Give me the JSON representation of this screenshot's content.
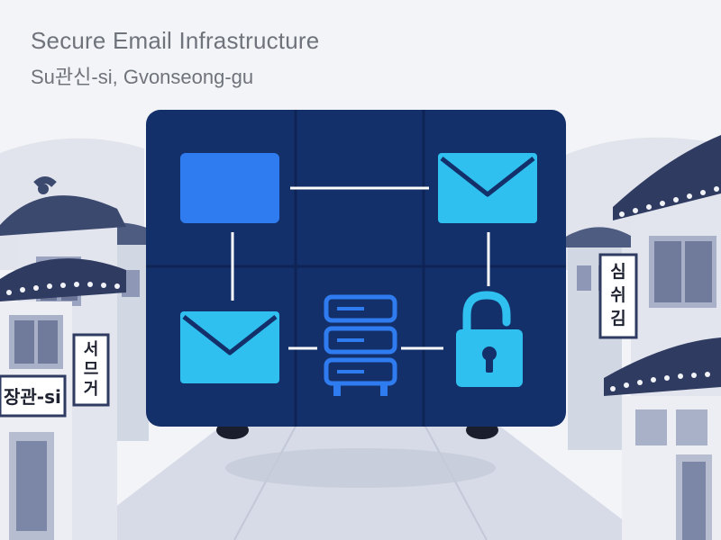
{
  "header": {
    "title": "Secure Email Infrastructure",
    "subtitle": "Su관신-si, Gvonseong-gu"
  },
  "signs": {
    "left_banner": "장관-si",
    "left_vertical": [
      "서",
      "므",
      "거"
    ],
    "right_vertical": [
      "심",
      "쉬",
      "김"
    ]
  },
  "diagram": {
    "nodes": [
      {
        "id": "mailbox",
        "icon": "mailbox-icon"
      },
      {
        "id": "envelope-top",
        "icon": "envelope-icon"
      },
      {
        "id": "envelope-bottom",
        "icon": "envelope-icon"
      },
      {
        "id": "server",
        "icon": "server-stack-icon"
      },
      {
        "id": "lock",
        "icon": "unlocked-padlock-icon"
      }
    ],
    "edges": [
      [
        "mailbox",
        "envelope-top"
      ],
      [
        "mailbox",
        "envelope-bottom"
      ],
      [
        "envelope-bottom",
        "server"
      ],
      [
        "server",
        "lock"
      ],
      [
        "envelope-top",
        "lock"
      ]
    ]
  },
  "colors": {
    "panel": "#14306a",
    "panel_grid": "#0e2456",
    "accent_blue": "#2f7cf0",
    "accent_cyan": "#2fc0f0",
    "connector": "#ffffff",
    "street": "#c9cfe0"
  }
}
